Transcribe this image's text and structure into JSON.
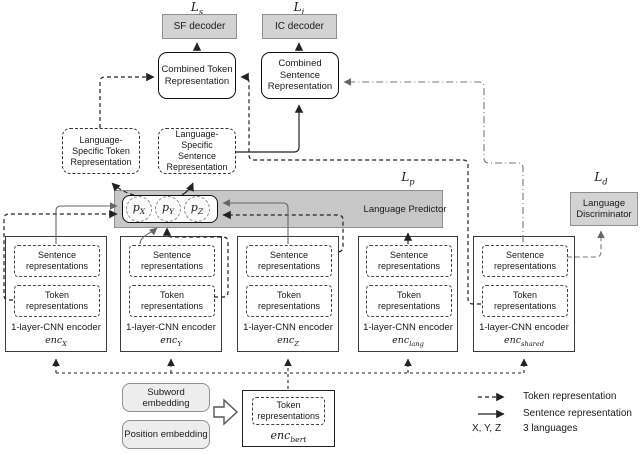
{
  "losses": {
    "ls": {
      "base": "L",
      "sub": "s"
    },
    "li": {
      "base": "L",
      "sub": "i"
    },
    "lp": {
      "base": "L",
      "sub": "p"
    },
    "ld": {
      "base": "L",
      "sub": "d"
    }
  },
  "top": {
    "sf_decoder": "SF decoder",
    "ic_decoder": "IC decoder",
    "combined_token": "Combined Token Representation",
    "combined_sentence": "Combined Sentence Representation"
  },
  "mid": {
    "language_specific_token": "Language-Specific Token Representation",
    "language_specific_sentence": "Language-Specific Sentence Representation",
    "language_predictor": "Language Predictor",
    "language_discriminator": "Language Discriminator",
    "p_items": [
      {
        "base": "p",
        "sub": "X"
      },
      {
        "base": "p",
        "sub": "Y"
      },
      {
        "base": "p",
        "sub": "Z"
      }
    ]
  },
  "encoders": [
    {
      "sentence": "Sentence representations",
      "token": "Token representations",
      "cnn": "1-layer-CNN encoder",
      "enc_base": "enc",
      "enc_sub": "X"
    },
    {
      "sentence": "Sentence representations",
      "token": "Token representations",
      "cnn": "1-layer-CNN encoder",
      "enc_base": "enc",
      "enc_sub": "Y"
    },
    {
      "sentence": "Sentence representations",
      "token": "Token representations",
      "cnn": "1-layer-CNN encoder",
      "enc_base": "enc",
      "enc_sub": "Z"
    },
    {
      "sentence": "Sentence representations",
      "token": "Token representations",
      "cnn": "1-layer-CNN encoder",
      "enc_base": "enc",
      "enc_sub": "lang"
    },
    {
      "sentence": "Sentence representations",
      "token": "Token representations",
      "cnn": "1-layer-CNN encoder",
      "enc_base": "enc",
      "enc_sub": "shared"
    }
  ],
  "bottom": {
    "subword_embedding": "Subword embedding",
    "position_embedding": "Position embedding",
    "bert_token": "Token representations",
    "bert_base": "enc",
    "bert_sub": "bert"
  },
  "legend": {
    "token": "Token representation",
    "sentence": "Sentence representation",
    "xyz": "X, Y, Z",
    "languages": "3 languages"
  },
  "colors": {
    "gray-fill": "#d3d3d3",
    "gray-border": "#8f8f8f",
    "bar-fill": "#c7c7c7",
    "light-fill": "#ededed"
  }
}
